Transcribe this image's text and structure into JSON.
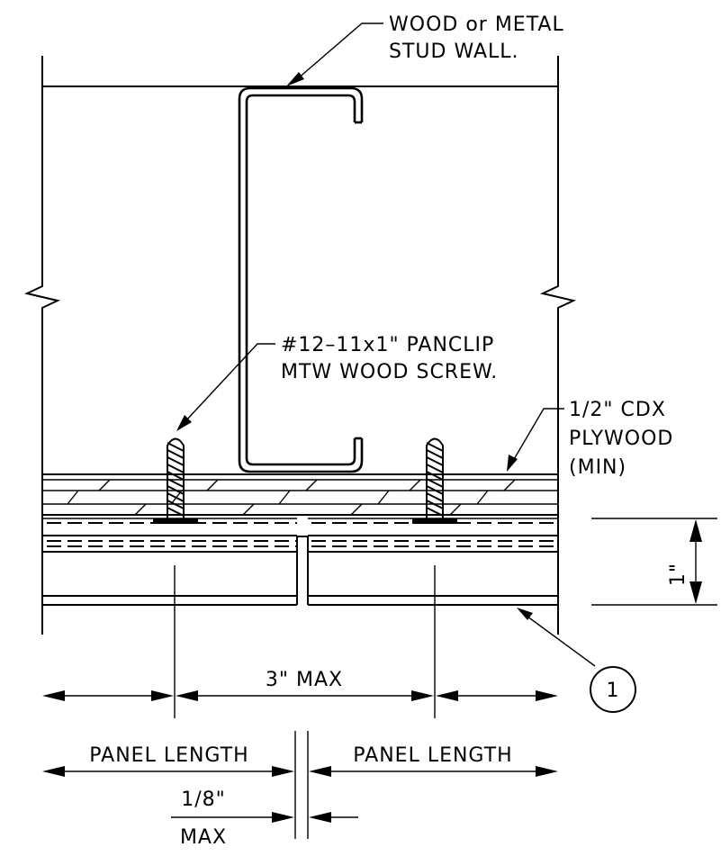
{
  "labels": {
    "stud_line1": "WOOD or METAL",
    "stud_line2": "STUD WALL.",
    "screw_line1": "#12–11x1\" PANCLIP",
    "screw_line2": "MTW WOOD SCREW.",
    "plywood_line1": "1/2\" CDX",
    "plywood_line2": "PLYWOOD",
    "plywood_line3": "(MIN)",
    "thickness_dim": "1\"",
    "spacing_dim": "3\" MAX",
    "panel_length_left": "PANEL LENGTH",
    "panel_length_right": "PANEL LENGTH",
    "gap_dim_top": "1/8\"",
    "gap_dim_bottom": "MAX",
    "callout_number": "1"
  }
}
